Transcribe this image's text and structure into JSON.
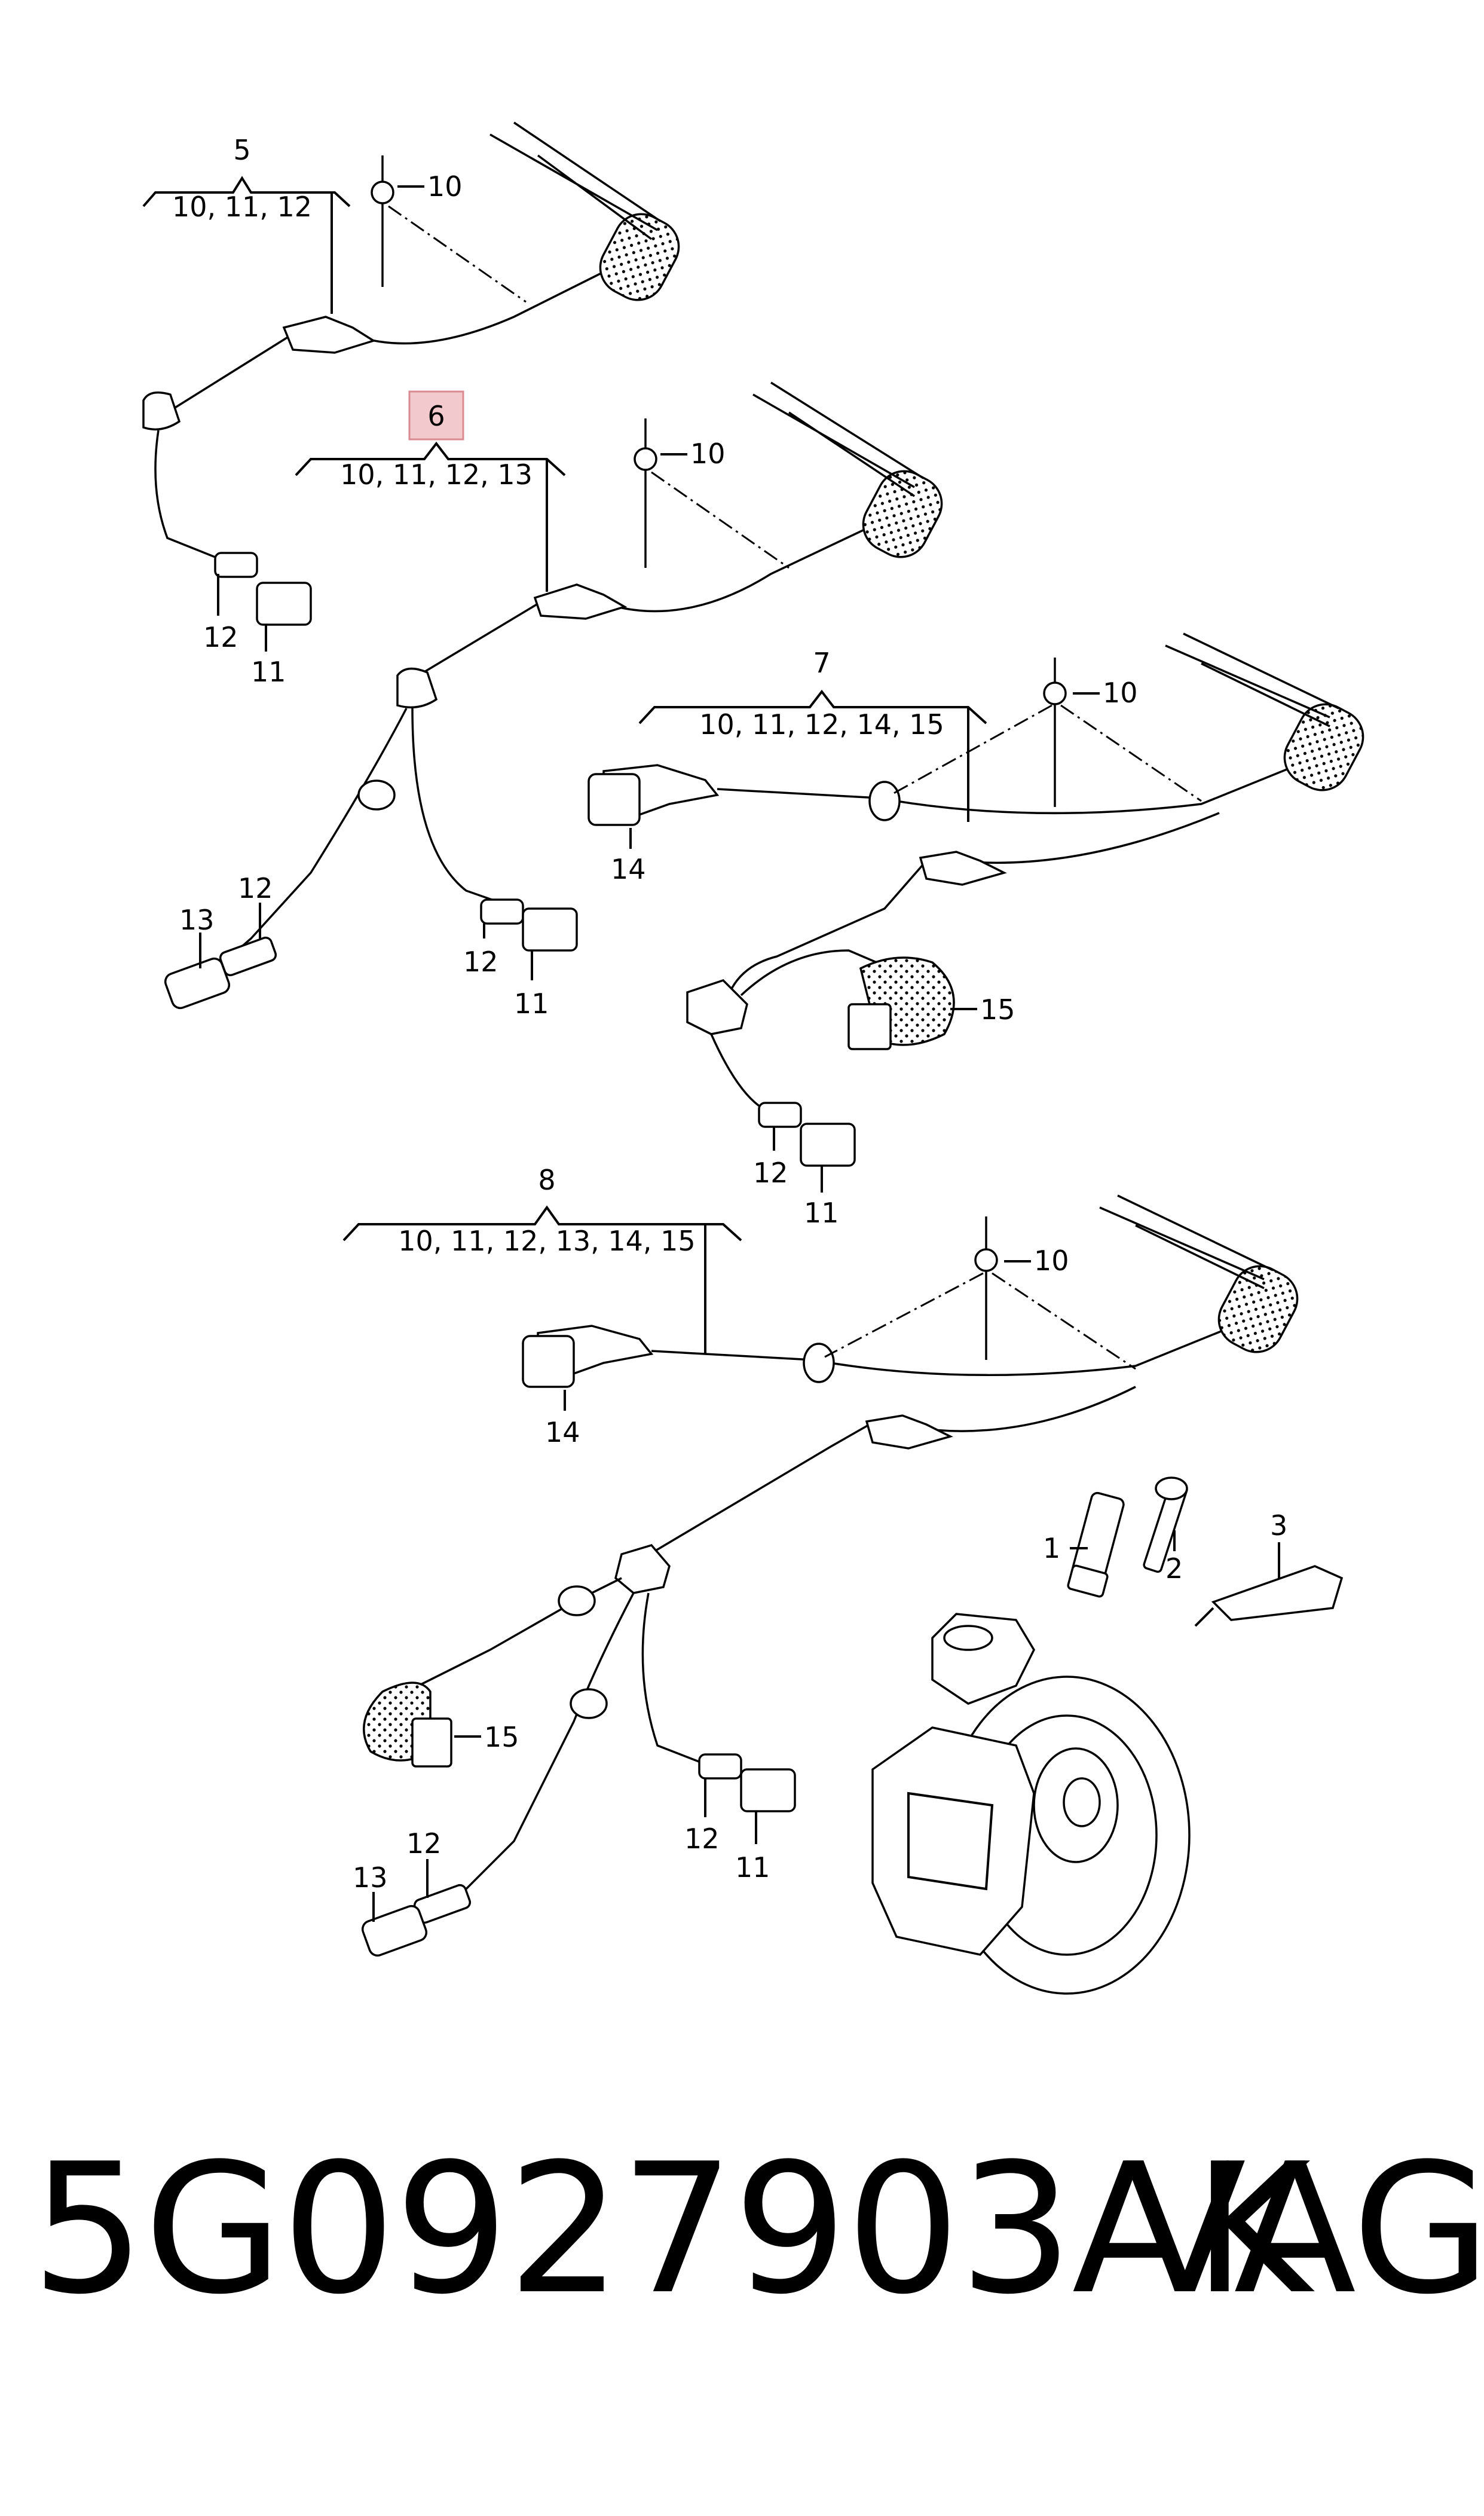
{
  "groups": [
    {
      "id": "5",
      "items": "10, 11, 12"
    },
    {
      "id": "6",
      "items": "10, 11, 12, 13"
    },
    {
      "id": "7",
      "items": "10, 11, 12, 14, 15"
    },
    {
      "id": "8",
      "items": "10, 11, 12, 13, 14, 15"
    }
  ],
  "callouts": {
    "p1": "1",
    "p2": "2",
    "p3": "3",
    "p10": "10",
    "p11": "11",
    "p12": "12",
    "p13": "13",
    "p14": "14",
    "p15": "15"
  },
  "highlight_color": "#f2c9cc",
  "footer": {
    "part_number": "5G0927903AK",
    "brand": "VAG"
  }
}
